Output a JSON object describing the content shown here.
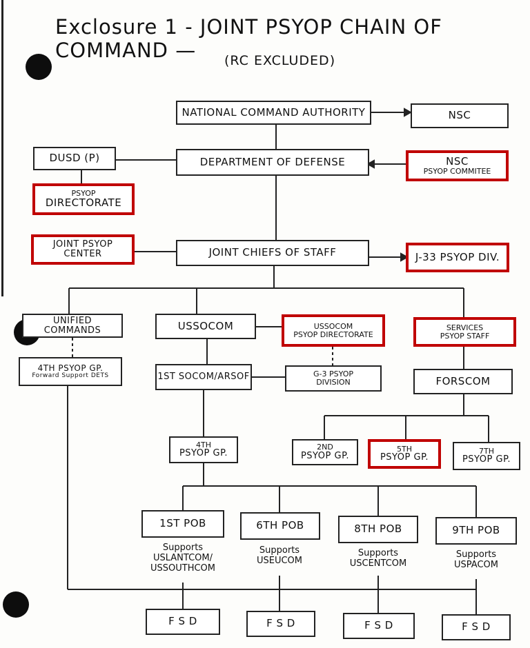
{
  "title": "Exclosure 1 - JOINT PSYOP CHAIN OF COMMAND —",
  "subtitle": "(RC EXCLUDED)",
  "highlight_color": "#c00000",
  "boxes": {
    "nca": "NATIONAL COMMAND AUTHORITY",
    "nsc": "NSC",
    "dusd": "DUSD (P)",
    "dod": "DEPARTMENT OF DEFENSE",
    "nsc_psyop_1": "NSC",
    "nsc_psyop_2": "PSYOP COMMITEE",
    "psyop_dir_1": "PSYOP",
    "psyop_dir_2": "DIRECTORATE",
    "jpc": "JOINT PSYOP CENTER",
    "jcs": "JOINT CHIEFS OF STAFF",
    "j33": "J-33 PSYOP DIV.",
    "unified": "UNIFIED COMMANDS",
    "ussocom": "USSOCOM",
    "ussocom_dir_1": "USSOCOM",
    "ussocom_dir_2": "PSYOP DIRECTORATE",
    "services_1": "SERVICES",
    "services_2": "PSYOP STAFF",
    "psyop4_1": "4TH PSYOP GP.",
    "psyop4_2": "Forward Support DETS",
    "socom1": "1ST SOCOM/ARSOF",
    "g3_1": "G-3 PSYOP",
    "g3_2": "DIVISION",
    "forscom": "FORSCOM",
    "gp4_1": "4TH",
    "gp4_2": "PSYOP GP.",
    "gp2_1": "2ND",
    "gp2_2": "PSYOP GP.",
    "gp5_1": "5TH",
    "gp5_2": "PSYOP GP.",
    "gp7_1": "7TH",
    "gp7_2": "PSYOP GP.",
    "pob1": "1ST POB",
    "pob6": "6TH POB",
    "pob8": "8TH POB",
    "pob9": "9TH POB",
    "fsd": "F S D"
  },
  "supports": {
    "pob1": [
      "Supports",
      "USLANTCOM/",
      "USSOUTHCOM"
    ],
    "pob6": [
      "Supports",
      "USEUCOM"
    ],
    "pob8": [
      "Supports",
      "USCENTCOM"
    ],
    "pob9": [
      "Supports",
      "USPACOM"
    ]
  }
}
